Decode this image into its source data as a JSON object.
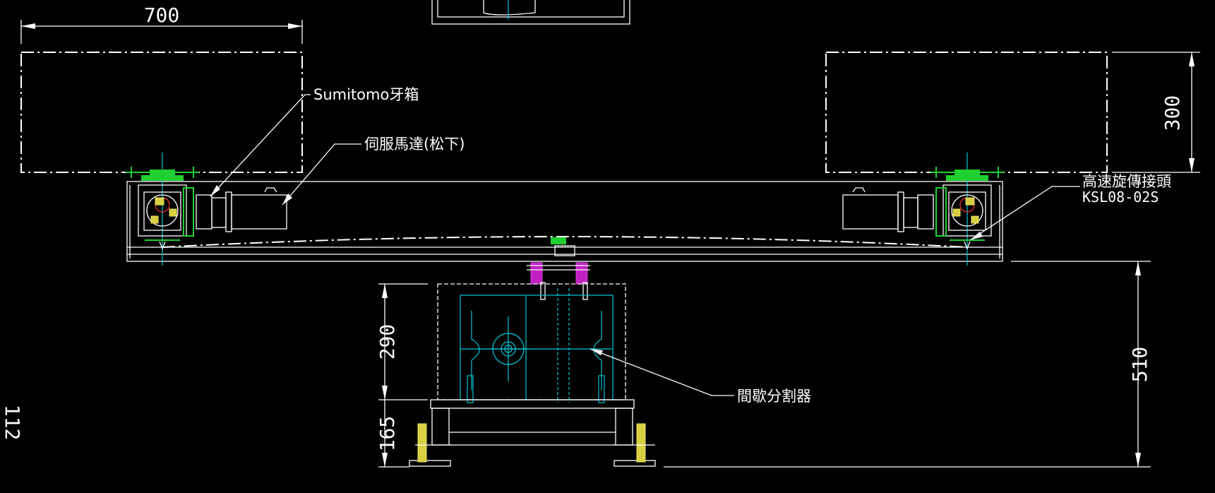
{
  "dimensions": {
    "width_700": "700",
    "height_300": "300",
    "height_290": "290",
    "height_165": "165",
    "height_510": "510",
    "left_edge_partial": "112"
  },
  "callouts": {
    "gearbox": "Sumitomo牙箱",
    "servo_motor": "伺服馬達(松下)",
    "rotary_joint_name": "高速旋傳接頭",
    "rotary_joint_model": "KSL08-02S",
    "indexer": "間歇分割器"
  },
  "colors": {
    "background": "#000000",
    "line": "#ffffff",
    "cyan": "#00c8d8",
    "green": "#20d030",
    "magenta": "#c020c0",
    "yellow": "#d8d040"
  }
}
